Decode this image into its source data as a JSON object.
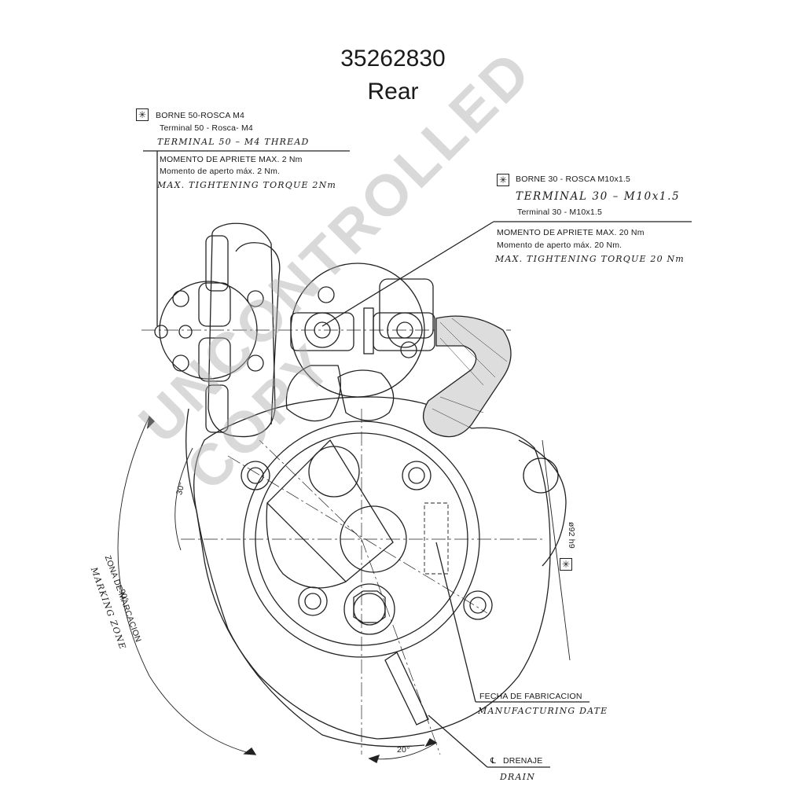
{
  "header": {
    "part_number": "35262830",
    "view": "Rear"
  },
  "watermark": "UNCONTROLLED COPY",
  "terminal_50": {
    "es": "BORNE 50-ROSCA M4",
    "pt": "Terminal 50 - Rosca- M4",
    "en": "TERMINAL 50 – M4 THREAD",
    "torque_es": "MOMENTO DE APRIETE MAX. 2 Nm",
    "torque_pt": "Momento de aperto máx. 2 Nm.",
    "torque_en": "MAX. TIGHTENING TORQUE 2Nm"
  },
  "terminal_30": {
    "es": "BORNE 30 - ROSCA M10x1.5",
    "en": "TERMINAL 30 – M10x1.5",
    "pt": "Terminal 30 - M10x1.5",
    "torque_es": "MOMENTO DE APRIETE MAX. 20 Nm",
    "torque_pt": "Momento de aperto máx. 20 Nm.",
    "torque_en": "MAX. TIGHTENING TORQUE 20 Nm"
  },
  "marking_zone": {
    "angle": "90°",
    "es": "ZONA DE MARCACION",
    "en": "MARKING ZONE"
  },
  "angle_30": "30°",
  "angle_20": "20°",
  "diameter": "ø92 h9",
  "manufacturing_date": {
    "es": "FECHA DE FABRICACION",
    "en": "MANUFACTURING DATE"
  },
  "drain": {
    "es": "DRENAJE",
    "en": "DRAIN"
  },
  "symbols": {
    "critical": "star-box-icon",
    "centerline": "centerline-icon"
  }
}
